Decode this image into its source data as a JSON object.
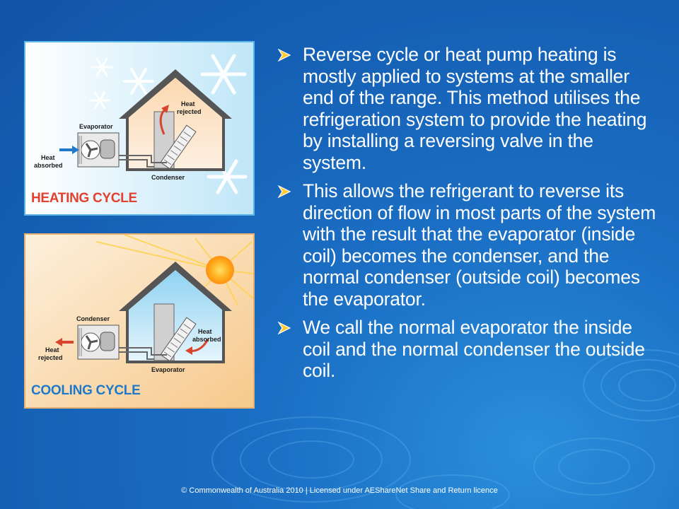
{
  "slide": {
    "bullets": [
      {
        "text": "Reverse cycle or heat pump heating is mostly applied to systems at the smaller end of the range. This method utilises the refrigeration system to provide the heating by installing a reversing valve in the system."
      },
      {
        "text": "This allows the refrigerant to reverse its direction of flow in most parts of the system with the result that the evaporator (inside coil) becomes the condenser, and the normal condenser (outside coil) becomes the evaporator."
      },
      {
        "text": "We call the normal evaporator the inside coil and the normal condenser the outside coil."
      }
    ],
    "footer": "© Commonwealth of Australia 2010 | Licensed under AEShareNet Share and Return licence"
  },
  "heating_diagram": {
    "title": "HEATING CYCLE",
    "outdoor_unit_label": "Evaporator",
    "indoor_unit_label": "Condenser",
    "heat_in_line1": "Heat",
    "heat_in_line2": "absorbed",
    "heat_out_line1": "Heat",
    "heat_out_line2": "rejected"
  },
  "cooling_diagram": {
    "title": "COOLING CYCLE",
    "outdoor_unit_label": "Condenser",
    "indoor_unit_label": "Evaporator",
    "heat_out_line1": "Heat",
    "heat_out_line2": "rejected",
    "heat_in_line1": "Heat",
    "heat_in_line2": "absorbed"
  },
  "colors": {
    "background": "#1560b5",
    "heating_label": "#e2412f",
    "cooling_label": "#1f78c9",
    "bullet_arrow": "#ffcc33",
    "text": "#ffffff"
  }
}
